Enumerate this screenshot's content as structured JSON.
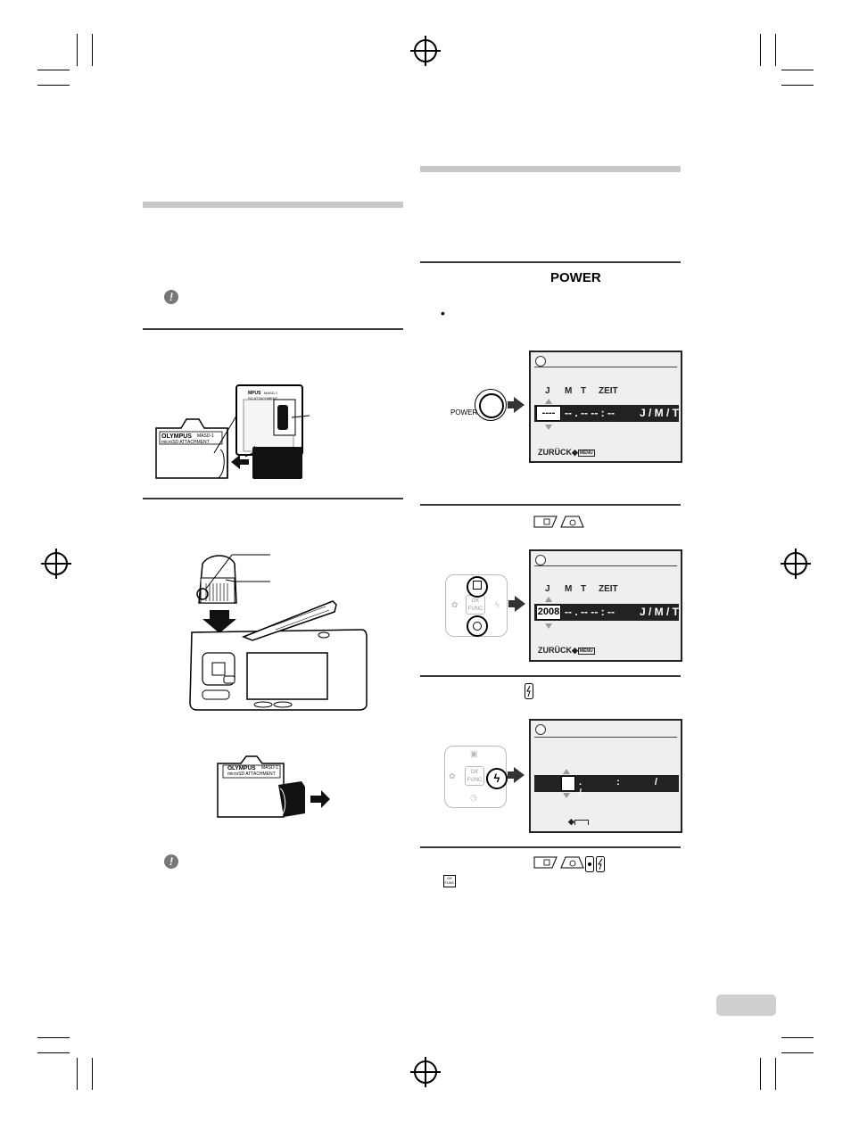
{
  "step1": {
    "button_label": "POWER",
    "bullet": "•"
  },
  "power_button": {
    "label": "POWER"
  },
  "screen_headers": {
    "year": "J",
    "month": "M",
    "day": "T",
    "time": "ZEIT"
  },
  "screen1": {
    "year_value": "----",
    "rest": "-- . -- -- : --",
    "format": "J / M / T",
    "footer_label": "ZURÜCK",
    "footer_icon": "MENU"
  },
  "screen2": {
    "year_value": "2008",
    "rest": "-- . -- -- : --",
    "format": "J / M / T",
    "footer_label": "ZURÜCK",
    "footer_icon": "MENU"
  },
  "screen3": {
    "separators": ". : / /"
  },
  "adapter": {
    "brand": "OLYMPUS",
    "model": "MASD-1",
    "caption": "microSD ATTACHMENT",
    "zoom_brand": "MPUS",
    "zoom_model": "MASD-1",
    "zoom_caption": "SD ATTACHMENT"
  },
  "pad_labels": {
    "ok": "OK",
    "func": "FUNC"
  },
  "step4_icons": {
    "ok_func": "OK FUNC"
  },
  "icons": {
    "clock": "clock-icon",
    "note": "caution-icon",
    "flash": "flash-icon",
    "self_timer": "self-timer-icon",
    "exposure": "exposure-icon"
  }
}
